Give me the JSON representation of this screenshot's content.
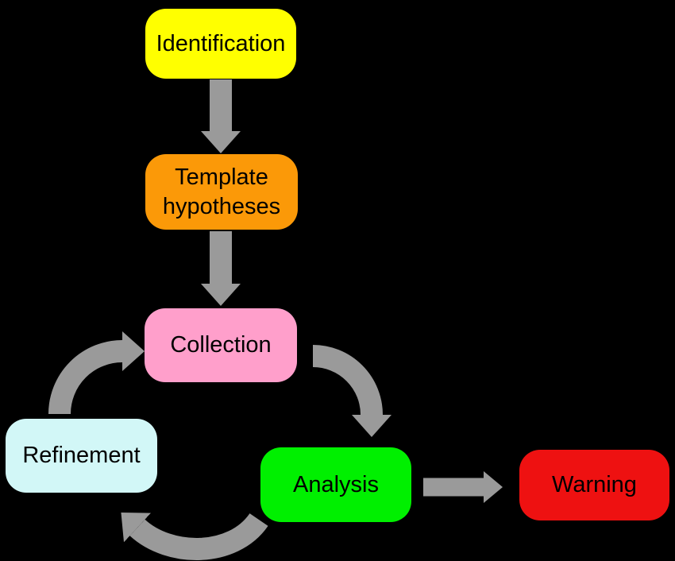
{
  "diagram": {
    "description": "Warning process flow diagram",
    "background_color": "#000000",
    "arrow_color": "#9A9A9A",
    "text_color": "#000000",
    "nodes": [
      {
        "id": "identification",
        "label": "Identification",
        "color": "#FFFF00"
      },
      {
        "id": "template-hypotheses",
        "label": "Template hypotheses",
        "color": "#FB9908"
      },
      {
        "id": "collection",
        "label": "Collection",
        "color": "#FF9FCB"
      },
      {
        "id": "refinement",
        "label": "Refinement",
        "color": "#D2F7F7"
      },
      {
        "id": "analysis",
        "label": "Analysis",
        "color": "#00F000"
      },
      {
        "id": "warning",
        "label": "Warning",
        "color": "#EE1111"
      }
    ],
    "edges": [
      {
        "from": "identification",
        "to": "template-hypotheses",
        "style": "straight"
      },
      {
        "from": "template-hypotheses",
        "to": "collection",
        "style": "straight"
      },
      {
        "from": "collection",
        "to": "analysis",
        "style": "curved"
      },
      {
        "from": "analysis",
        "to": "refinement",
        "style": "curved"
      },
      {
        "from": "refinement",
        "to": "collection",
        "style": "curved"
      },
      {
        "from": "analysis",
        "to": "warning",
        "style": "straight"
      }
    ]
  }
}
